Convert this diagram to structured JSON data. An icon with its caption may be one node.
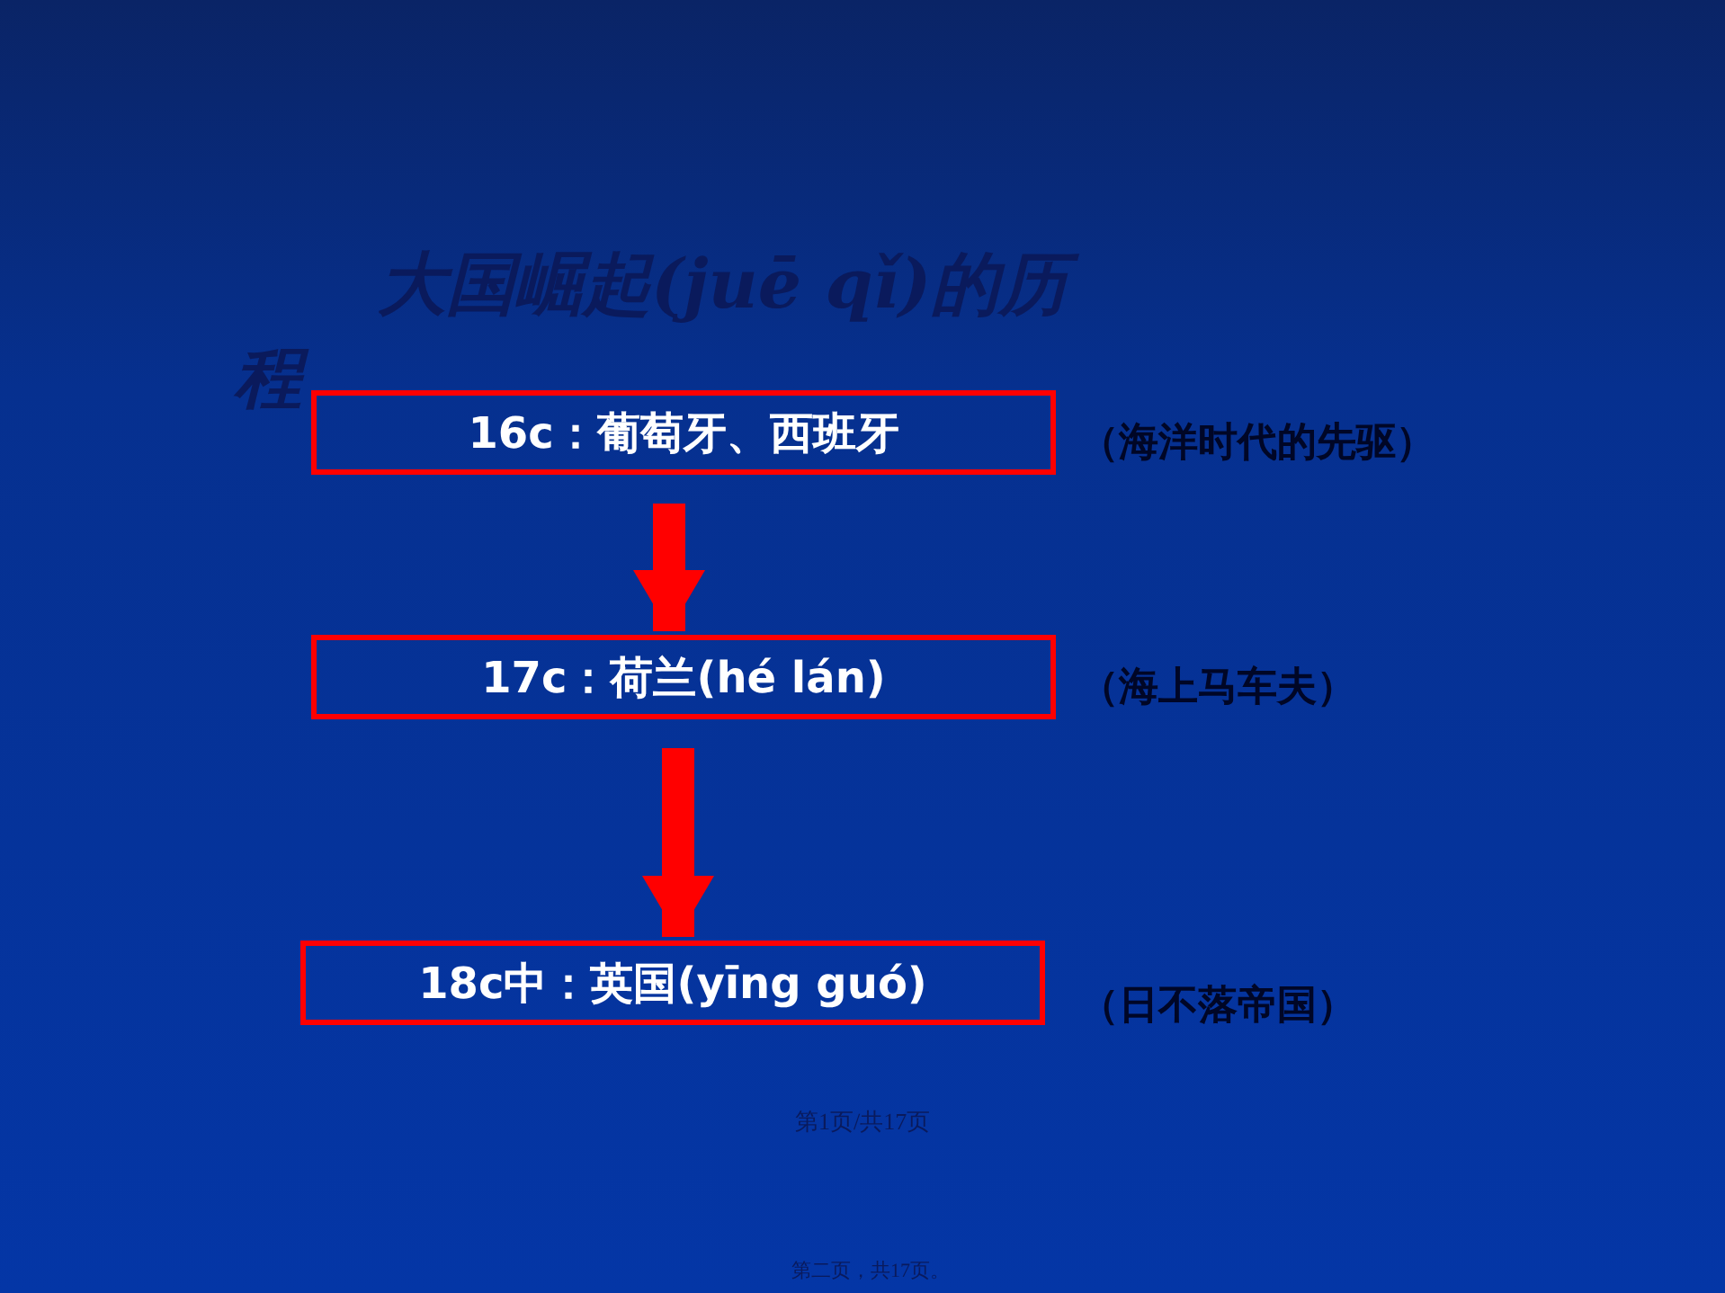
{
  "diagram": {
    "title": "大国崛起(juē qǐ)的历程",
    "nodes": [
      {
        "text": [
          "16c：葡萄牙、西班牙"
        ],
        "beside": [
          "（海洋时代的先驱）"
        ]
      },
      {
        "text": [
          "17c：荷兰(hé lán)"
        ],
        "beside": [
          "（海上马车夫）"
        ]
      },
      {
        "text": [
          "18c中：英国(yīng guó)"
        ],
        "beside": [
          "（日不落帝国）"
        ]
      }
    ],
    "edges": [
      {
        "from": 0,
        "to": 1,
        "arrow": "to"
      },
      {
        "from": 1,
        "to": 2,
        "arrow": "to"
      }
    ],
    "labels": [
      "第1页/共17页",
      "第二页，共17页。"
    ]
  }
}
